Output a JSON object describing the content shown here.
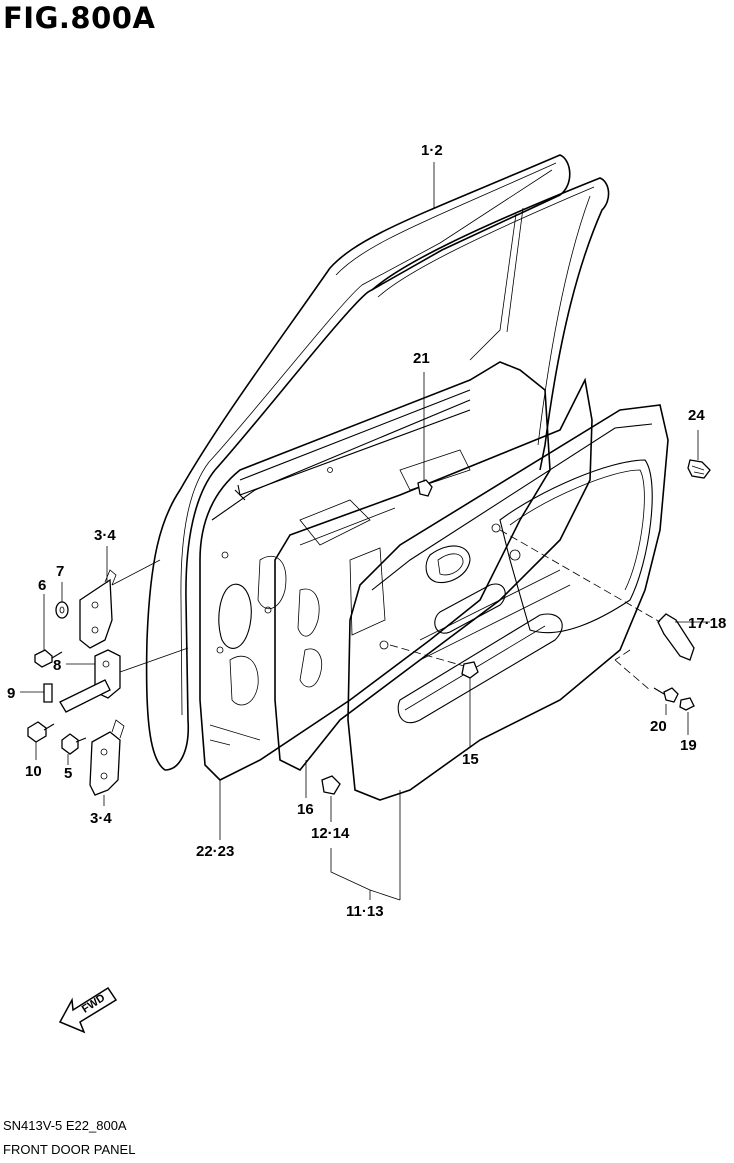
{
  "header": {
    "title": "FIG.800A"
  },
  "footer": {
    "code": "SN413V-5 E22_800A",
    "caption": "FRONT DOOR PANEL"
  },
  "direction_badge": {
    "label": "FWD"
  },
  "callouts": {
    "c1_2": "1·2",
    "c21": "21",
    "c24": "24",
    "c3_4_top": "3·4",
    "c6": "6",
    "c7": "7",
    "c8": "8",
    "c9": "9",
    "c10": "10",
    "c5": "5",
    "c3_4_bottom": "3·4",
    "c17_18": "17·18",
    "c20": "20",
    "c19": "19",
    "c15": "15",
    "c16": "16",
    "c12_14": "12·14",
    "c22_23": "22·23",
    "c11_13": "11·13"
  }
}
